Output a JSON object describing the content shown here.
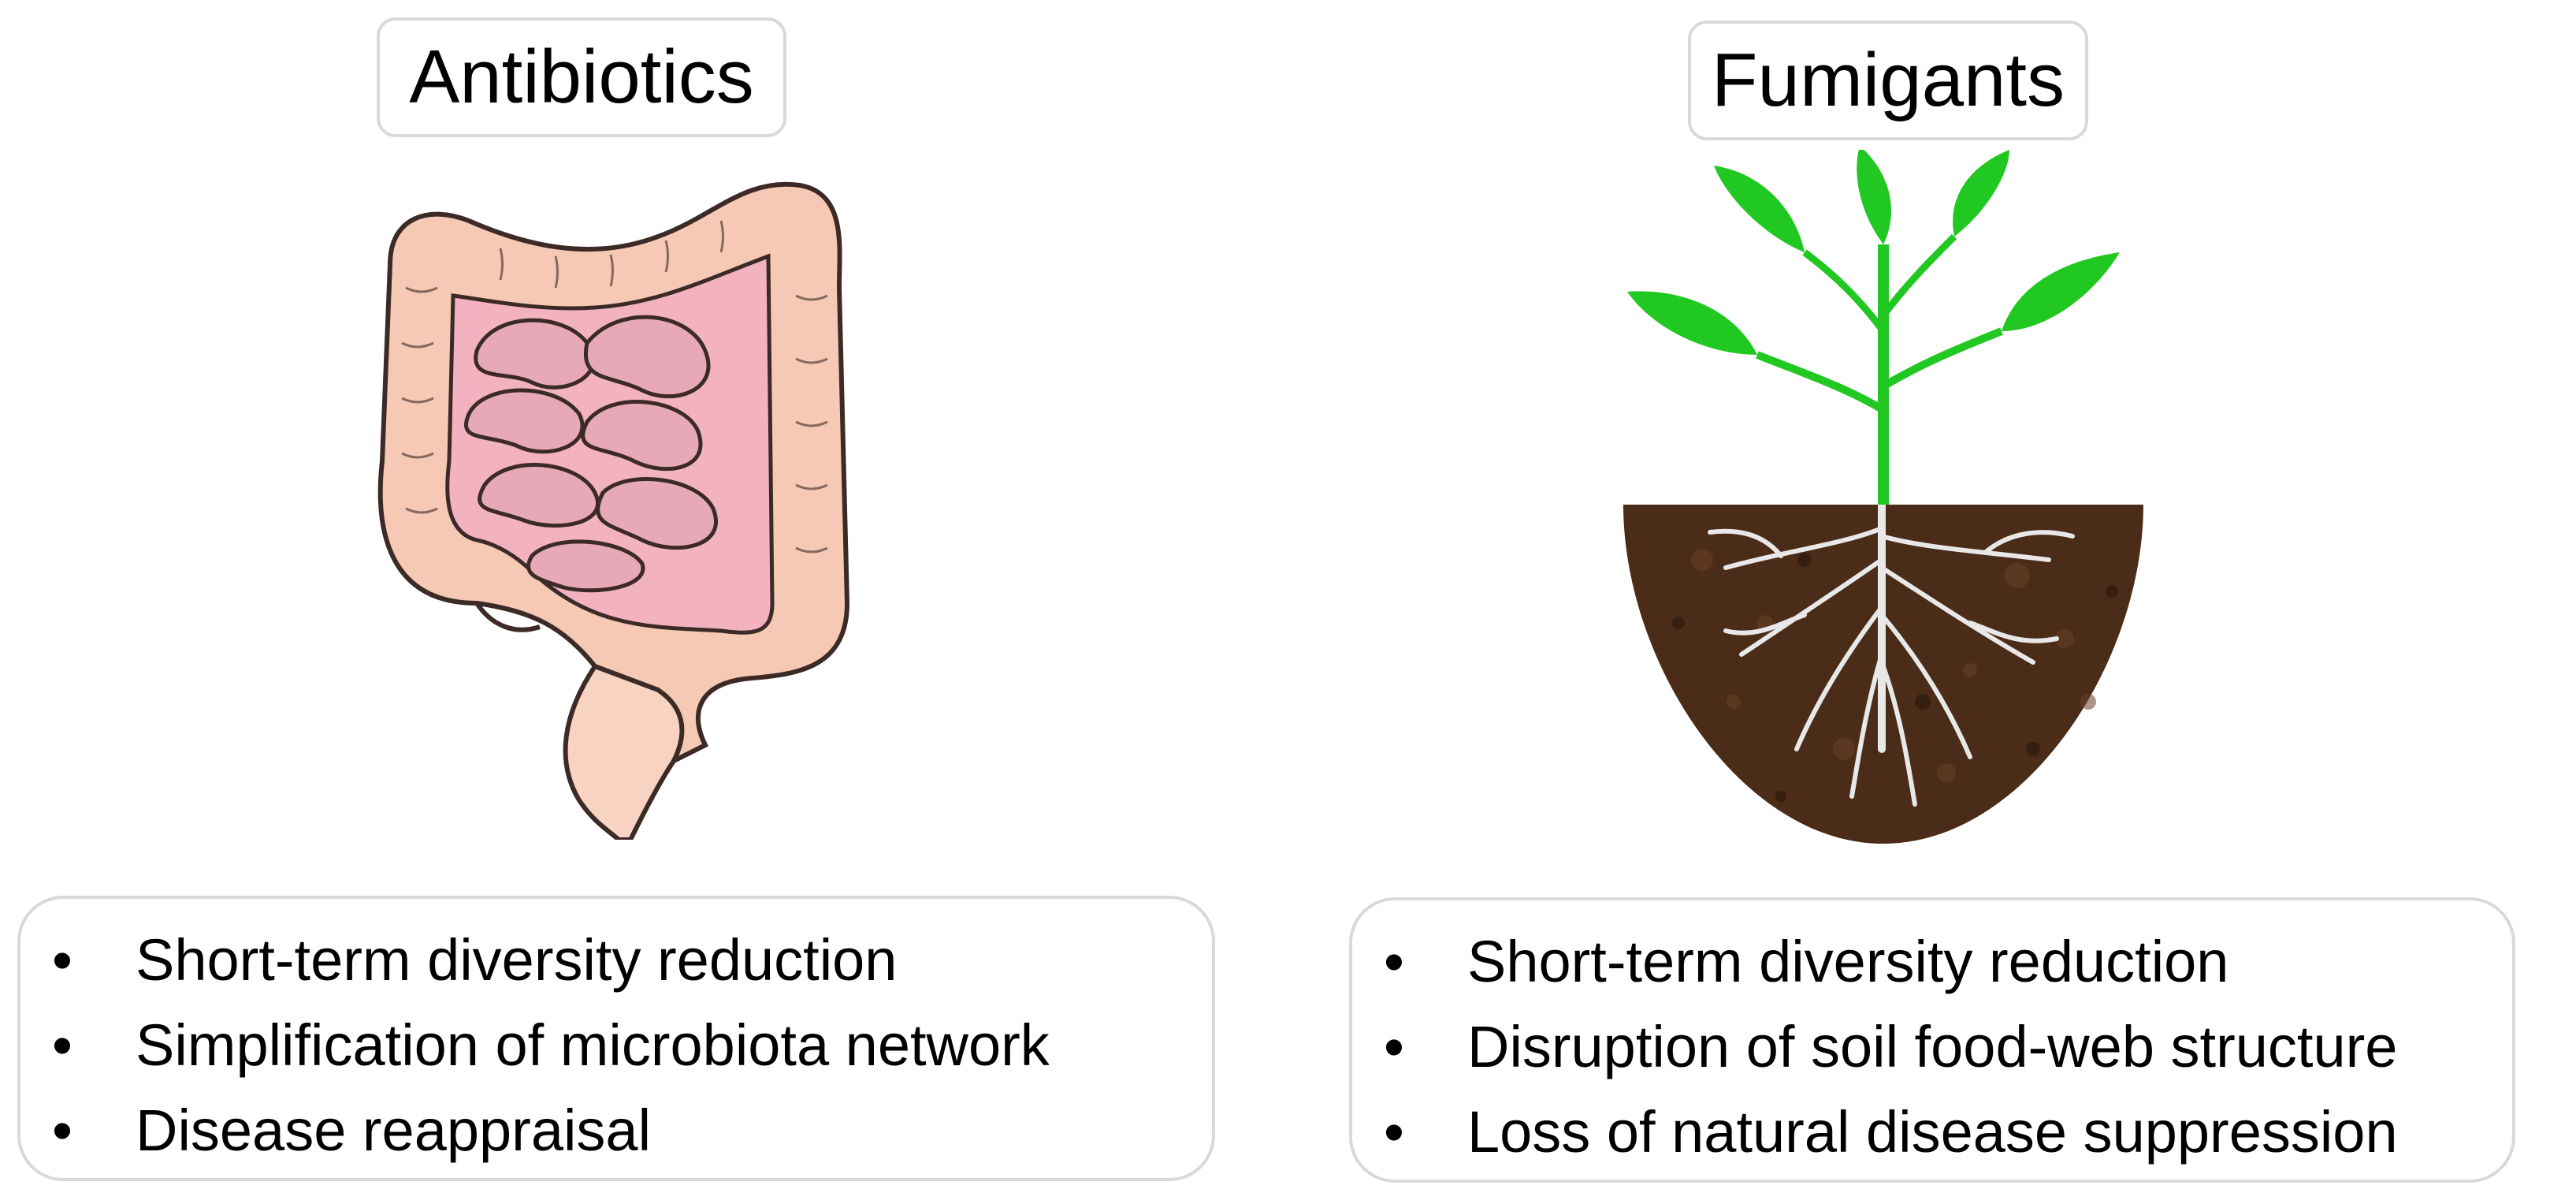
{
  "left_panel": {
    "title": "Antibiotics",
    "illustration_icon": "intestine-icon",
    "bullets": [
      "Short-term diversity reduction",
      "Simplification of microbiota network",
      "Disease reappraisal"
    ]
  },
  "right_panel": {
    "title": "Fumigants",
    "illustration_icon": "plant-in-soil-icon",
    "bullets": [
      "Short-term diversity reduction",
      "Disruption of soil food-web structure",
      "Loss of natural disease suppression"
    ]
  },
  "colors": {
    "box_border": "#d9d9d9",
    "intestine_large": "#f6c9b4",
    "intestine_small": "#e7a9b8",
    "leaf_green": "#22c822",
    "soil_brown": "#4a2c18",
    "root_white": "#e8e8e8"
  }
}
